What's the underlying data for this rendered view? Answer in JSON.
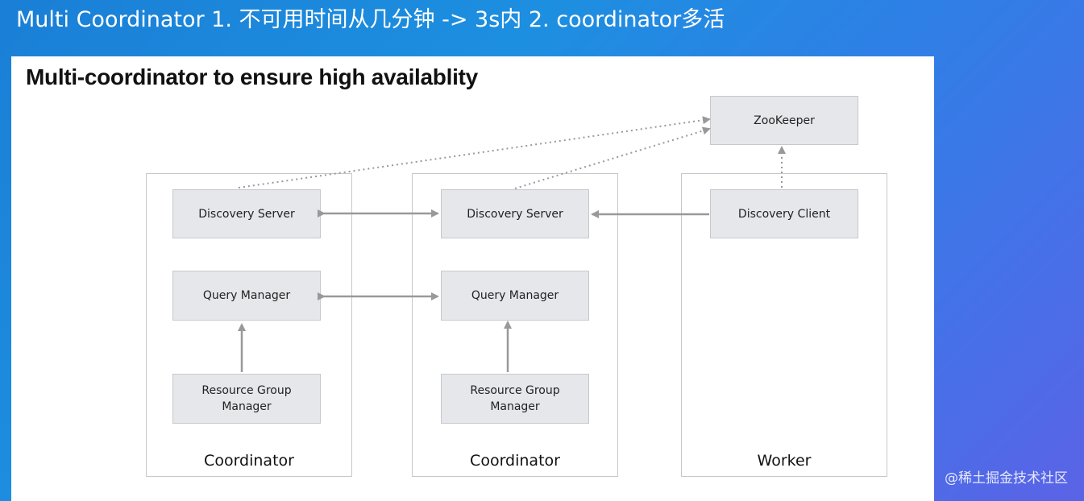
{
  "header": {
    "title": "Multi Coordinator    1. 不可用时间从几分钟 -> 3s内 2. coordinator多活"
  },
  "slide": {
    "title": "Multi-coordinator to ensure high availablity"
  },
  "diagram": {
    "nodes": {
      "zookeeper": "ZooKeeper",
      "coord1_discovery": "Discovery Server",
      "coord1_query": "Query  Manager",
      "coord1_resource": "Resource Group\nManager",
      "coord2_discovery": "Discovery Server",
      "coord2_query": "Query  Manager",
      "coord2_resource": "Resource Group\nManager",
      "worker_discovery": "Discovery Client"
    },
    "containers": {
      "coordinator1": "Coordinator",
      "coordinator2": "Coordinator",
      "worker": "Worker"
    },
    "edges": [
      {
        "from": "coord1_discovery",
        "to": "zookeeper",
        "style": "dotted"
      },
      {
        "from": "coord2_discovery",
        "to": "zookeeper",
        "style": "dotted"
      },
      {
        "from": "worker_discovery",
        "to": "zookeeper",
        "style": "dotted"
      },
      {
        "from": "coord1_discovery",
        "to": "coord2_discovery",
        "style": "solid",
        "direction": "both"
      },
      {
        "from": "worker_discovery",
        "to": "coord2_discovery",
        "style": "solid"
      },
      {
        "from": "coord1_query",
        "to": "coord2_query",
        "style": "solid",
        "direction": "both"
      },
      {
        "from": "coord1_resource",
        "to": "coord1_query",
        "style": "solid"
      },
      {
        "from": "coord2_resource",
        "to": "coord2_query",
        "style": "solid"
      }
    ]
  },
  "watermark": "@稀土掘金技术社区",
  "colors": {
    "box_fill": "#e6e7ea",
    "box_border": "#c6c8cc",
    "arrow": "#999999"
  }
}
